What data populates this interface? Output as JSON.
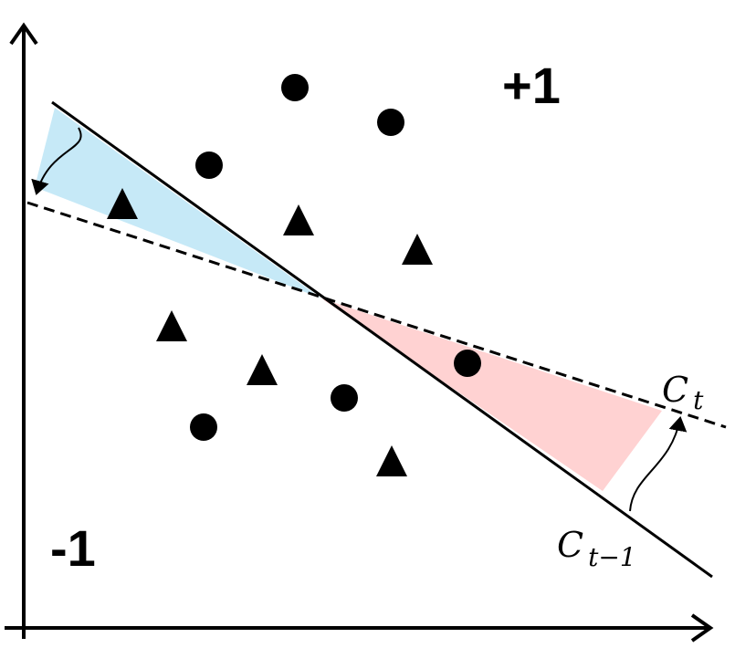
{
  "labels": {
    "positive_region": "+1",
    "negative_region": "-1",
    "current_boundary": {
      "main": "C",
      "sub": "t"
    },
    "previous_boundary": {
      "main": "C",
      "sub": "t−1"
    }
  },
  "legend_symbols": {
    "circle": "circle-marker",
    "triangle": "triangle-marker"
  },
  "colors": {
    "ink": "#000000",
    "shade_left": "#c6e9f7",
    "shade_right": "#ffd2d2",
    "background": "#ffffff"
  }
}
